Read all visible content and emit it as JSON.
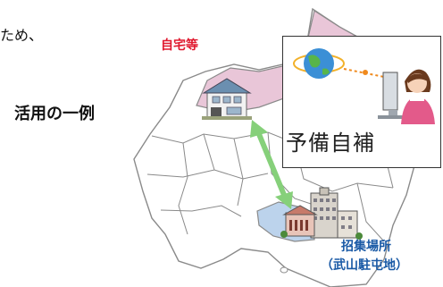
{
  "lead_text": "ため、",
  "heading": "活用の一例",
  "home_label": "自宅等",
  "reserve_label": "予備自補",
  "site_label": "招集場所",
  "site_sub": "（武山駐屯地）",
  "colors": {
    "home_region": "#e9c6d8",
    "site_region": "#bcd3ec",
    "arrow": "#86d07a",
    "home_text": "#e0192f",
    "site_text": "#1a5aa6"
  }
}
